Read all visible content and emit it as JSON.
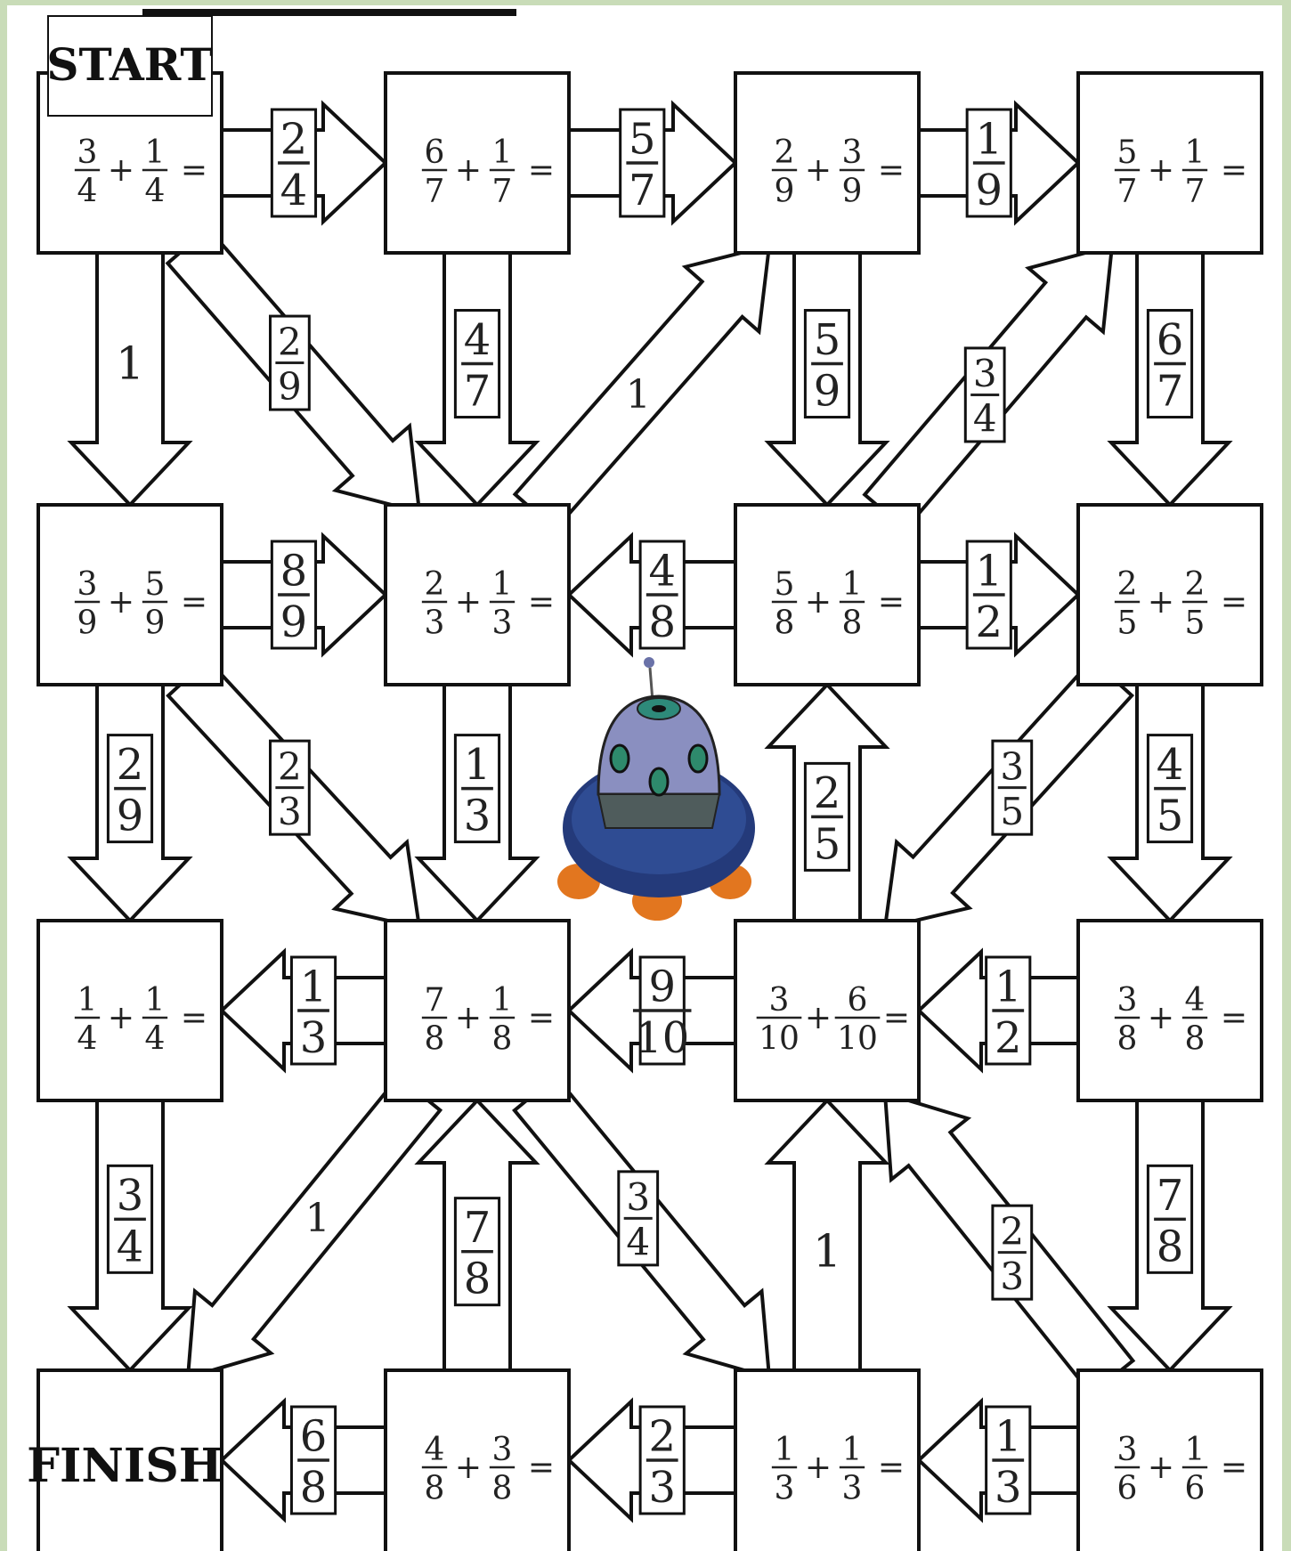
{
  "start_label": "START",
  "finish_label": "FINISH",
  "colors": {
    "background": "#c9dcb8",
    "ink": "#111111",
    "paper": "#ffffff"
  },
  "tiles": [
    {
      "id": "t00",
      "a": [
        "3",
        "4"
      ],
      "b": [
        "1",
        "4"
      ]
    },
    {
      "id": "t01",
      "a": [
        "6",
        "7"
      ],
      "b": [
        "1",
        "7"
      ]
    },
    {
      "id": "t02",
      "a": [
        "2",
        "9"
      ],
      "b": [
        "3",
        "9"
      ]
    },
    {
      "id": "t03",
      "a": [
        "5",
        "7"
      ],
      "b": [
        "1",
        "7"
      ]
    },
    {
      "id": "t10",
      "a": [
        "3",
        "9"
      ],
      "b": [
        "5",
        "9"
      ]
    },
    {
      "id": "t11",
      "a": [
        "2",
        "3"
      ],
      "b": [
        "1",
        "3"
      ]
    },
    {
      "id": "t12",
      "a": [
        "5",
        "8"
      ],
      "b": [
        "1",
        "8"
      ]
    },
    {
      "id": "t13",
      "a": [
        "2",
        "5"
      ],
      "b": [
        "2",
        "5"
      ]
    },
    {
      "id": "t20",
      "a": [
        "1",
        "4"
      ],
      "b": [
        "1",
        "4"
      ]
    },
    {
      "id": "t21",
      "a": [
        "7",
        "8"
      ],
      "b": [
        "1",
        "8"
      ]
    },
    {
      "id": "t22",
      "a": [
        "3",
        "10"
      ],
      "b": [
        "6",
        "10"
      ]
    },
    {
      "id": "t23",
      "a": [
        "3",
        "8"
      ],
      "b": [
        "4",
        "8"
      ]
    },
    {
      "id": "t31",
      "a": [
        "4",
        "8"
      ],
      "b": [
        "3",
        "8"
      ]
    },
    {
      "id": "t32",
      "a": [
        "1",
        "3"
      ],
      "b": [
        "1",
        "3"
      ]
    },
    {
      "id": "t33",
      "a": [
        "3",
        "6"
      ],
      "b": [
        "1",
        "6"
      ]
    }
  ],
  "arrows": [
    {
      "id": "a-00-01",
      "label": [
        "2",
        "4"
      ]
    },
    {
      "id": "a-01-02",
      "label": [
        "5",
        "7"
      ]
    },
    {
      "id": "a-02-03",
      "label": [
        "1",
        "9"
      ]
    },
    {
      "id": "a-00-10",
      "label": [
        "1"
      ]
    },
    {
      "id": "a-00-11",
      "label": [
        "2",
        "9"
      ]
    },
    {
      "id": "a-01-11",
      "label": [
        "4",
        "7"
      ]
    },
    {
      "id": "a-11-02",
      "label": [
        "1"
      ]
    },
    {
      "id": "a-02-12",
      "label": [
        "5",
        "9"
      ]
    },
    {
      "id": "a-12-03",
      "label": [
        "3",
        "4"
      ]
    },
    {
      "id": "a-03-13",
      "label": [
        "6",
        "7"
      ]
    },
    {
      "id": "a-10-11",
      "label": [
        "8",
        "9"
      ]
    },
    {
      "id": "a-12-11",
      "label": [
        "4",
        "8"
      ]
    },
    {
      "id": "a-12-13",
      "label": [
        "1",
        "2"
      ]
    },
    {
      "id": "a-10-20",
      "label": [
        "2",
        "9"
      ]
    },
    {
      "id": "a-10-21",
      "label": [
        "2",
        "3"
      ]
    },
    {
      "id": "a-11-21",
      "label": [
        "1",
        "3"
      ]
    },
    {
      "id": "a-22-12",
      "label": [
        "2",
        "5"
      ]
    },
    {
      "id": "a-13-22",
      "label": [
        "3",
        "5"
      ]
    },
    {
      "id": "a-13-23",
      "label": [
        "4",
        "5"
      ]
    },
    {
      "id": "a-21-20",
      "label": [
        "1",
        "3"
      ]
    },
    {
      "id": "a-22-21",
      "label": [
        "9",
        "10"
      ]
    },
    {
      "id": "a-23-22",
      "label": [
        "1",
        "2"
      ]
    },
    {
      "id": "a-20-30",
      "label": [
        "3",
        "4"
      ]
    },
    {
      "id": "a-21-30",
      "label": [
        "1"
      ]
    },
    {
      "id": "a-31-21",
      "label": [
        "7",
        "8"
      ]
    },
    {
      "id": "a-21-32",
      "label": [
        "3",
        "4"
      ]
    },
    {
      "id": "a-32-22",
      "label": [
        "1"
      ]
    },
    {
      "id": "a-33-22",
      "label": [
        "2",
        "3"
      ]
    },
    {
      "id": "a-23-33",
      "label": [
        "7",
        "8"
      ]
    },
    {
      "id": "a-31-30",
      "label": [
        "6",
        "8"
      ]
    },
    {
      "id": "a-32-31",
      "label": [
        "2",
        "3"
      ]
    },
    {
      "id": "a-33-32",
      "label": [
        "1",
        "3"
      ]
    }
  ],
  "ufo": {
    "icon": "ufo-spaceship-icon"
  }
}
